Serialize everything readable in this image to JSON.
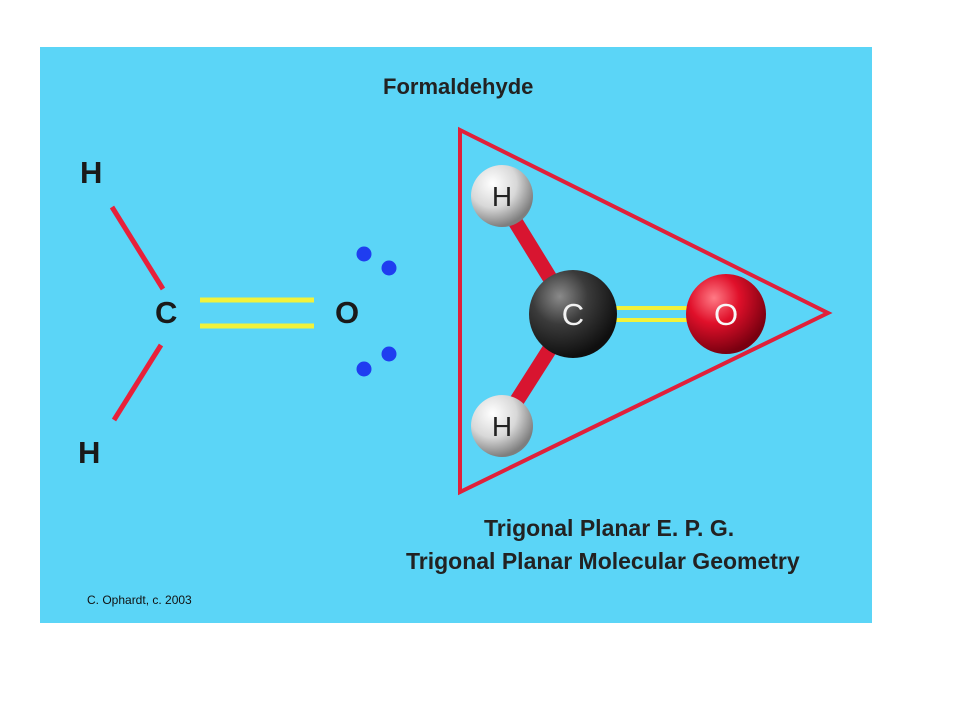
{
  "title": "Formaldehyde",
  "lewis": {
    "carbon": "C",
    "oxygen": "O",
    "hydrogen_top": "H",
    "hydrogen_bottom": "H"
  },
  "model": {
    "carbon": "C",
    "oxygen": "O",
    "hydrogen_top": "H",
    "hydrogen_bottom": "H"
  },
  "caption": {
    "line1": "Trigonal Planar E. P. G.",
    "line2": "Trigonal Planar Molecular Geometry"
  },
  "credit": "C. Ophardt, c. 2003",
  "colors": {
    "background": "#5bd5f7",
    "single_bond": "#e8203a",
    "double_bond": "#f2f23a",
    "lone_pair": "#1f3df0",
    "triangle": "#e0203a",
    "carbon_sphere": "#3a3a3a",
    "oxygen_sphere": "#e0102a",
    "hydrogen_sphere": "#e6e6e6"
  }
}
